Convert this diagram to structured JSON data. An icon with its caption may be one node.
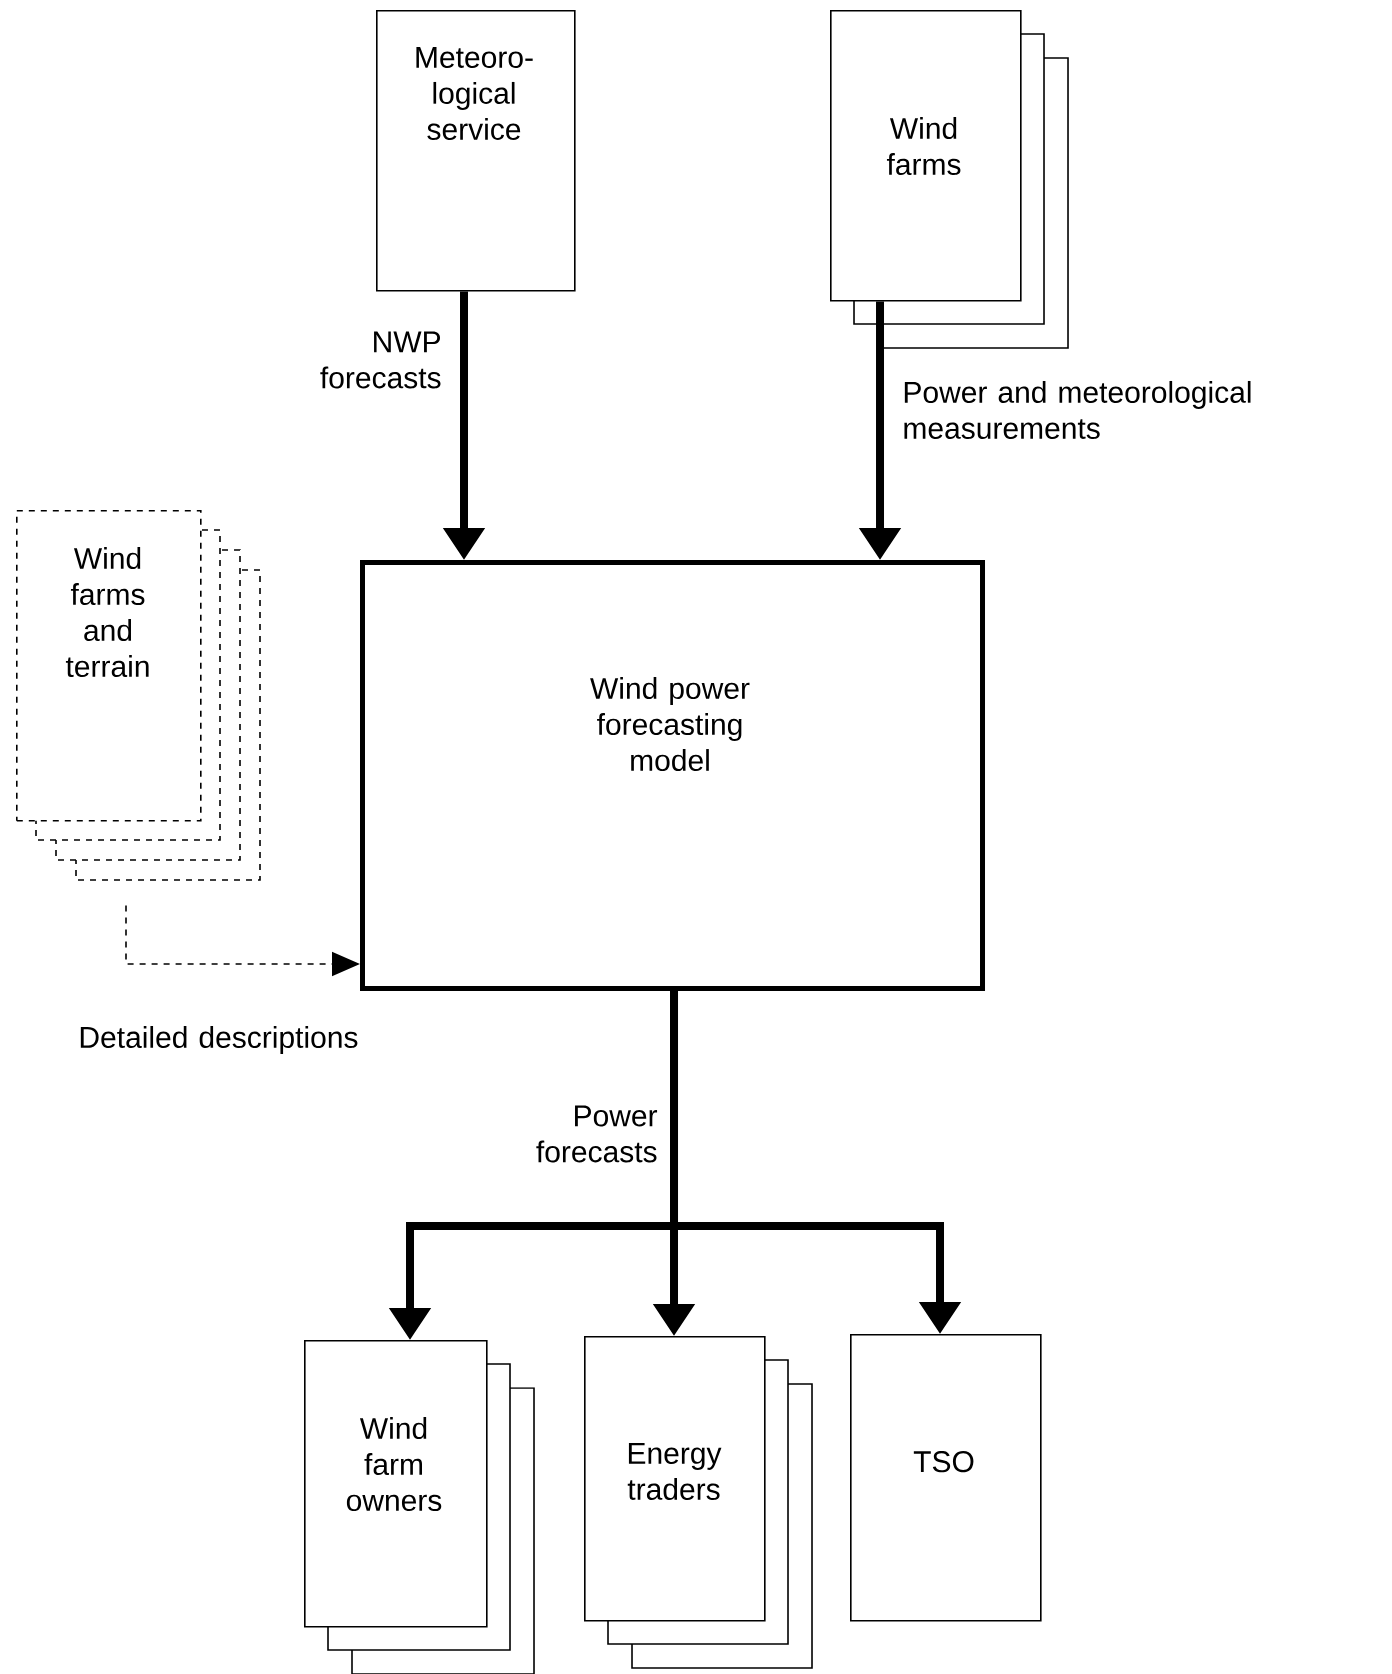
{
  "diagram": {
    "nodes": [
      {
        "text": [
          "Meteoro-logical service"
        ]
      },
      {
        "text": [
          "Wind farms"
        ]
      },
      {
        "text": [
          "Wind power forecasting model"
        ]
      },
      {
        "text": [
          "Wind farms and terrain"
        ]
      },
      {
        "text": [
          "Wind farm owners"
        ]
      },
      {
        "text": [
          "Energy traders"
        ]
      },
      {
        "text": [
          "TSO"
        ]
      }
    ],
    "edges": [
      {
        "from": 0,
        "to": 2,
        "arrow": "to",
        "label": "NWP forecasts"
      },
      {
        "from": 1,
        "to": 2,
        "arrow": "to",
        "label": "Power and meteorological measurements"
      },
      {
        "from": 3,
        "to": 2,
        "arrow": "to",
        "label": "Detailed descriptions",
        "style": "dashed"
      },
      {
        "from": 2,
        "to": 4,
        "arrow": "to",
        "label": "Power forecasts"
      },
      {
        "from": 2,
        "to": 5,
        "arrow": "to"
      },
      {
        "from": 2,
        "to": 6,
        "arrow": "to"
      }
    ]
  }
}
